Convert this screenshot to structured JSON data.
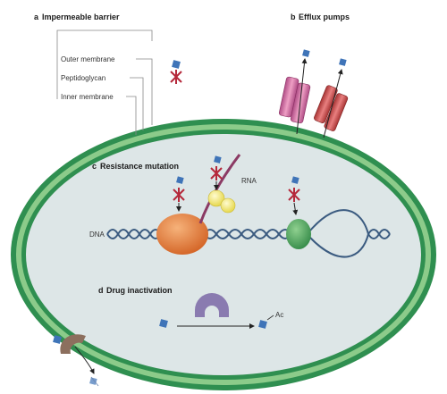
{
  "panels": {
    "a": {
      "letter": "a",
      "title": "Impermeable barrier"
    },
    "b": {
      "letter": "b",
      "title": "Efflux pumps"
    },
    "c": {
      "letter": "c",
      "title": "Resistance mutation"
    },
    "d": {
      "letter": "d",
      "title": "Drug inactivation"
    }
  },
  "membrane_labels": {
    "outer": "Outer membrane",
    "peptidoglycan": "Peptidoglycan",
    "inner": "Inner membrane"
  },
  "molecules": {
    "dna": "DNA",
    "rna": "RNA",
    "acetyl": "Ac"
  },
  "colors": {
    "membrane_green": "#2f8f50",
    "membrane_light": "#8ccb8a",
    "cytoplasm": "#dde6e7",
    "dna_strand": "#3b5b80",
    "drug_square": "#3f74b8",
    "block_x": "#b5283a",
    "ribosome_large": "#e17f3a",
    "ribosome_small": "#f2e86a",
    "polymerase": "#4fa45e",
    "rna": "#8b3a64",
    "pump_pink": "#cf6d9e",
    "pump_red": "#c84a4a",
    "enzyme_purple": "#8a7bb0",
    "cell_enzyme": "#8c6f5e"
  }
}
